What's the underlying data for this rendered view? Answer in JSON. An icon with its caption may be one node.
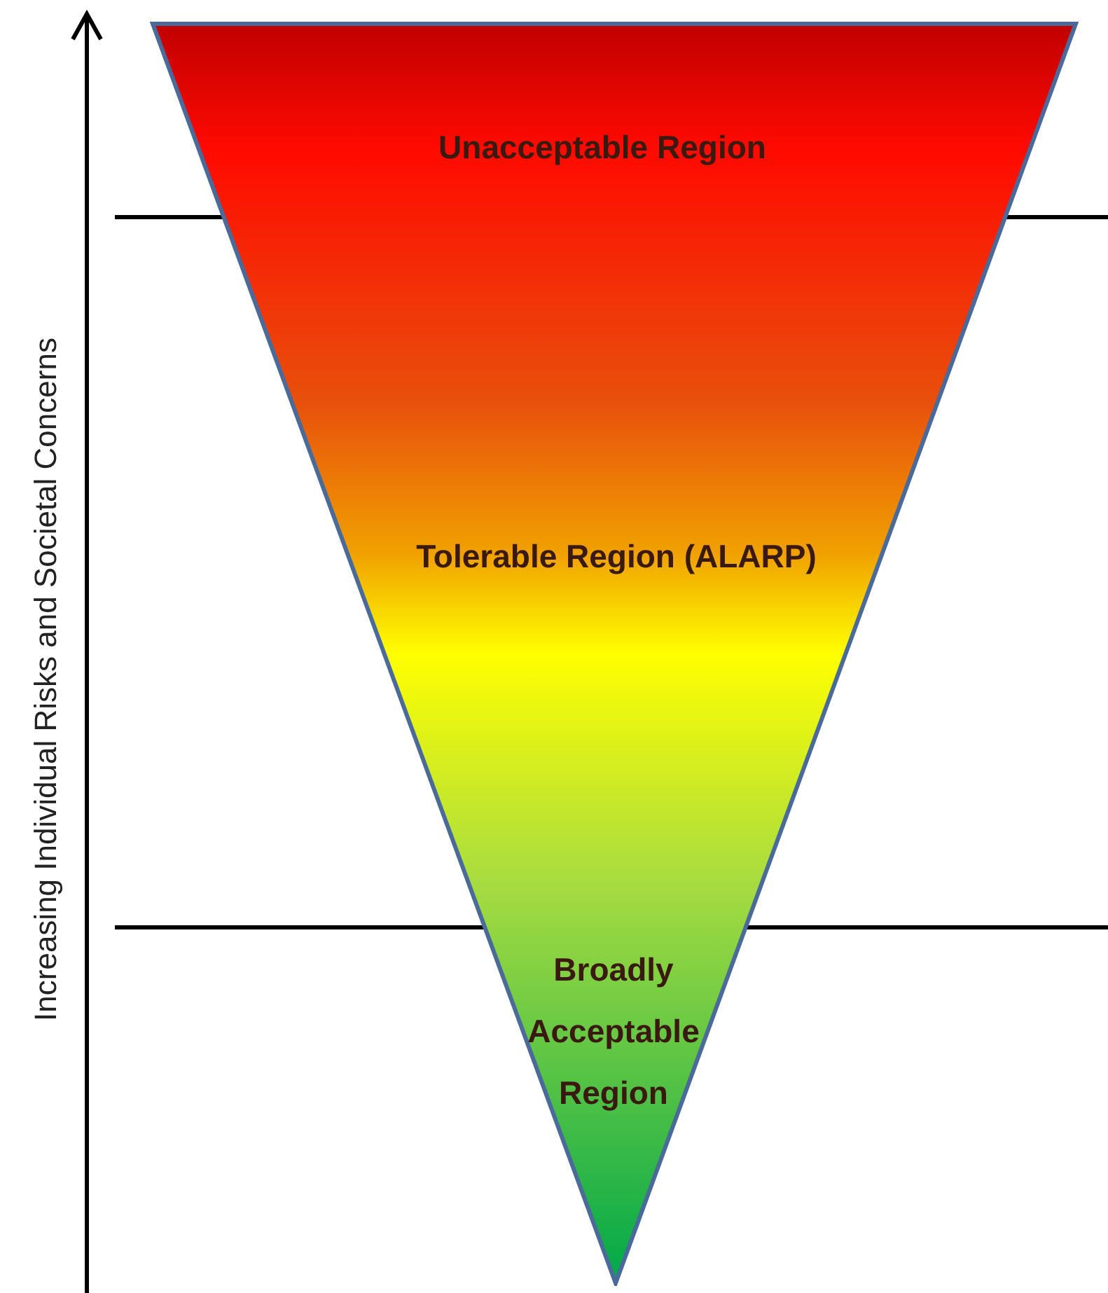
{
  "diagram": {
    "nodes": [
      {
        "text": [
          "Unacceptable Region",
          "Tolerable Region (ALARP)",
          "Broadly Acceptable Region"
        ]
      }
    ],
    "labels": [
      "Increasing Individual Risks and Societal Concerns"
    ]
  }
}
